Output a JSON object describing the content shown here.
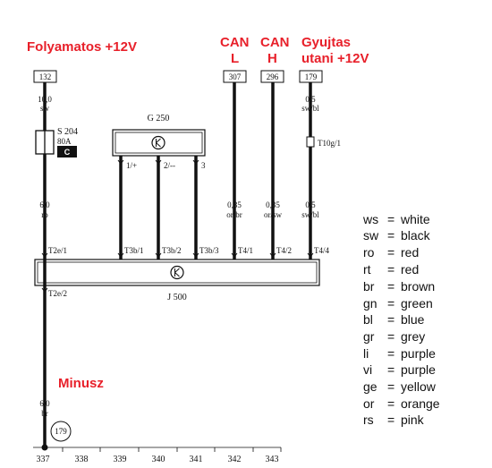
{
  "annotations": {
    "folyamatos": "Folyamatos +12V",
    "can_l_1": "CAN",
    "can_l_2": "L",
    "can_h_1": "CAN",
    "can_h_2": "H",
    "gyujtas_1": "Gyujtas",
    "gyujtas_2": "utani +12V",
    "minusz": "Minusz"
  },
  "terminals": {
    "t132": "132",
    "t307": "307",
    "t296": "296",
    "t179": "179",
    "ground_ref": "179"
  },
  "wires": {
    "w1_top": "10,0",
    "w1_top_color": "sw",
    "w1_mid": "6,0",
    "w1_mid_color": "ro",
    "w1_bot": "6,0",
    "w1_bot_color": "br",
    "w_can_l": "0,35",
    "w_can_l_color": "or/br",
    "w_can_h": "0,35",
    "w_can_h_color": "or/sw",
    "w_ign_top": "0,5",
    "w_ign_top_color": "sw/bl",
    "w_ign_bot": "0,5",
    "w_ign_bot_color": "sw/bl"
  },
  "components": {
    "fuse_name": "S 204",
    "fuse_rating": "80A",
    "fuse_code": "C",
    "sensor_name": "G 250",
    "sensor_pin1": "1/+",
    "sensor_pin2": "2/--",
    "sensor_pin3": "3",
    "connector": "T10g/1",
    "module_name": "J 500"
  },
  "pins": {
    "p1": "T2e/1",
    "p2": "T3b/1",
    "p3": "T3b/2",
    "p4": "T3b/3",
    "p5": "T4/1",
    "p6": "T4/2",
    "p7": "T4/4",
    "p8": "T2e/2"
  },
  "legend": [
    {
      "code": "ws",
      "eq": "=",
      "name": "white"
    },
    {
      "code": "sw",
      "eq": "=",
      "name": "black"
    },
    {
      "code": "ro",
      "eq": "=",
      "name": "red"
    },
    {
      "code": "rt",
      "eq": "=",
      "name": "red"
    },
    {
      "code": "br",
      "eq": "=",
      "name": "brown"
    },
    {
      "code": "gn",
      "eq": "=",
      "name": "green"
    },
    {
      "code": "bl",
      "eq": "=",
      "name": "blue"
    },
    {
      "code": "gr",
      "eq": "=",
      "name": "grey"
    },
    {
      "code": "li",
      "eq": "=",
      "name": "purple"
    },
    {
      "code": "vi",
      "eq": "=",
      "name": "purple"
    },
    {
      "code": "ge",
      "eq": "=",
      "name": "yellow"
    },
    {
      "code": "or",
      "eq": "=",
      "name": "orange"
    },
    {
      "code": "rs",
      "eq": "=",
      "name": "pink"
    }
  ],
  "scale": [
    "337",
    "338",
    "339",
    "340",
    "341",
    "342",
    "343"
  ],
  "colors": {
    "annotation": "#e8202a",
    "wire": "#111111"
  }
}
